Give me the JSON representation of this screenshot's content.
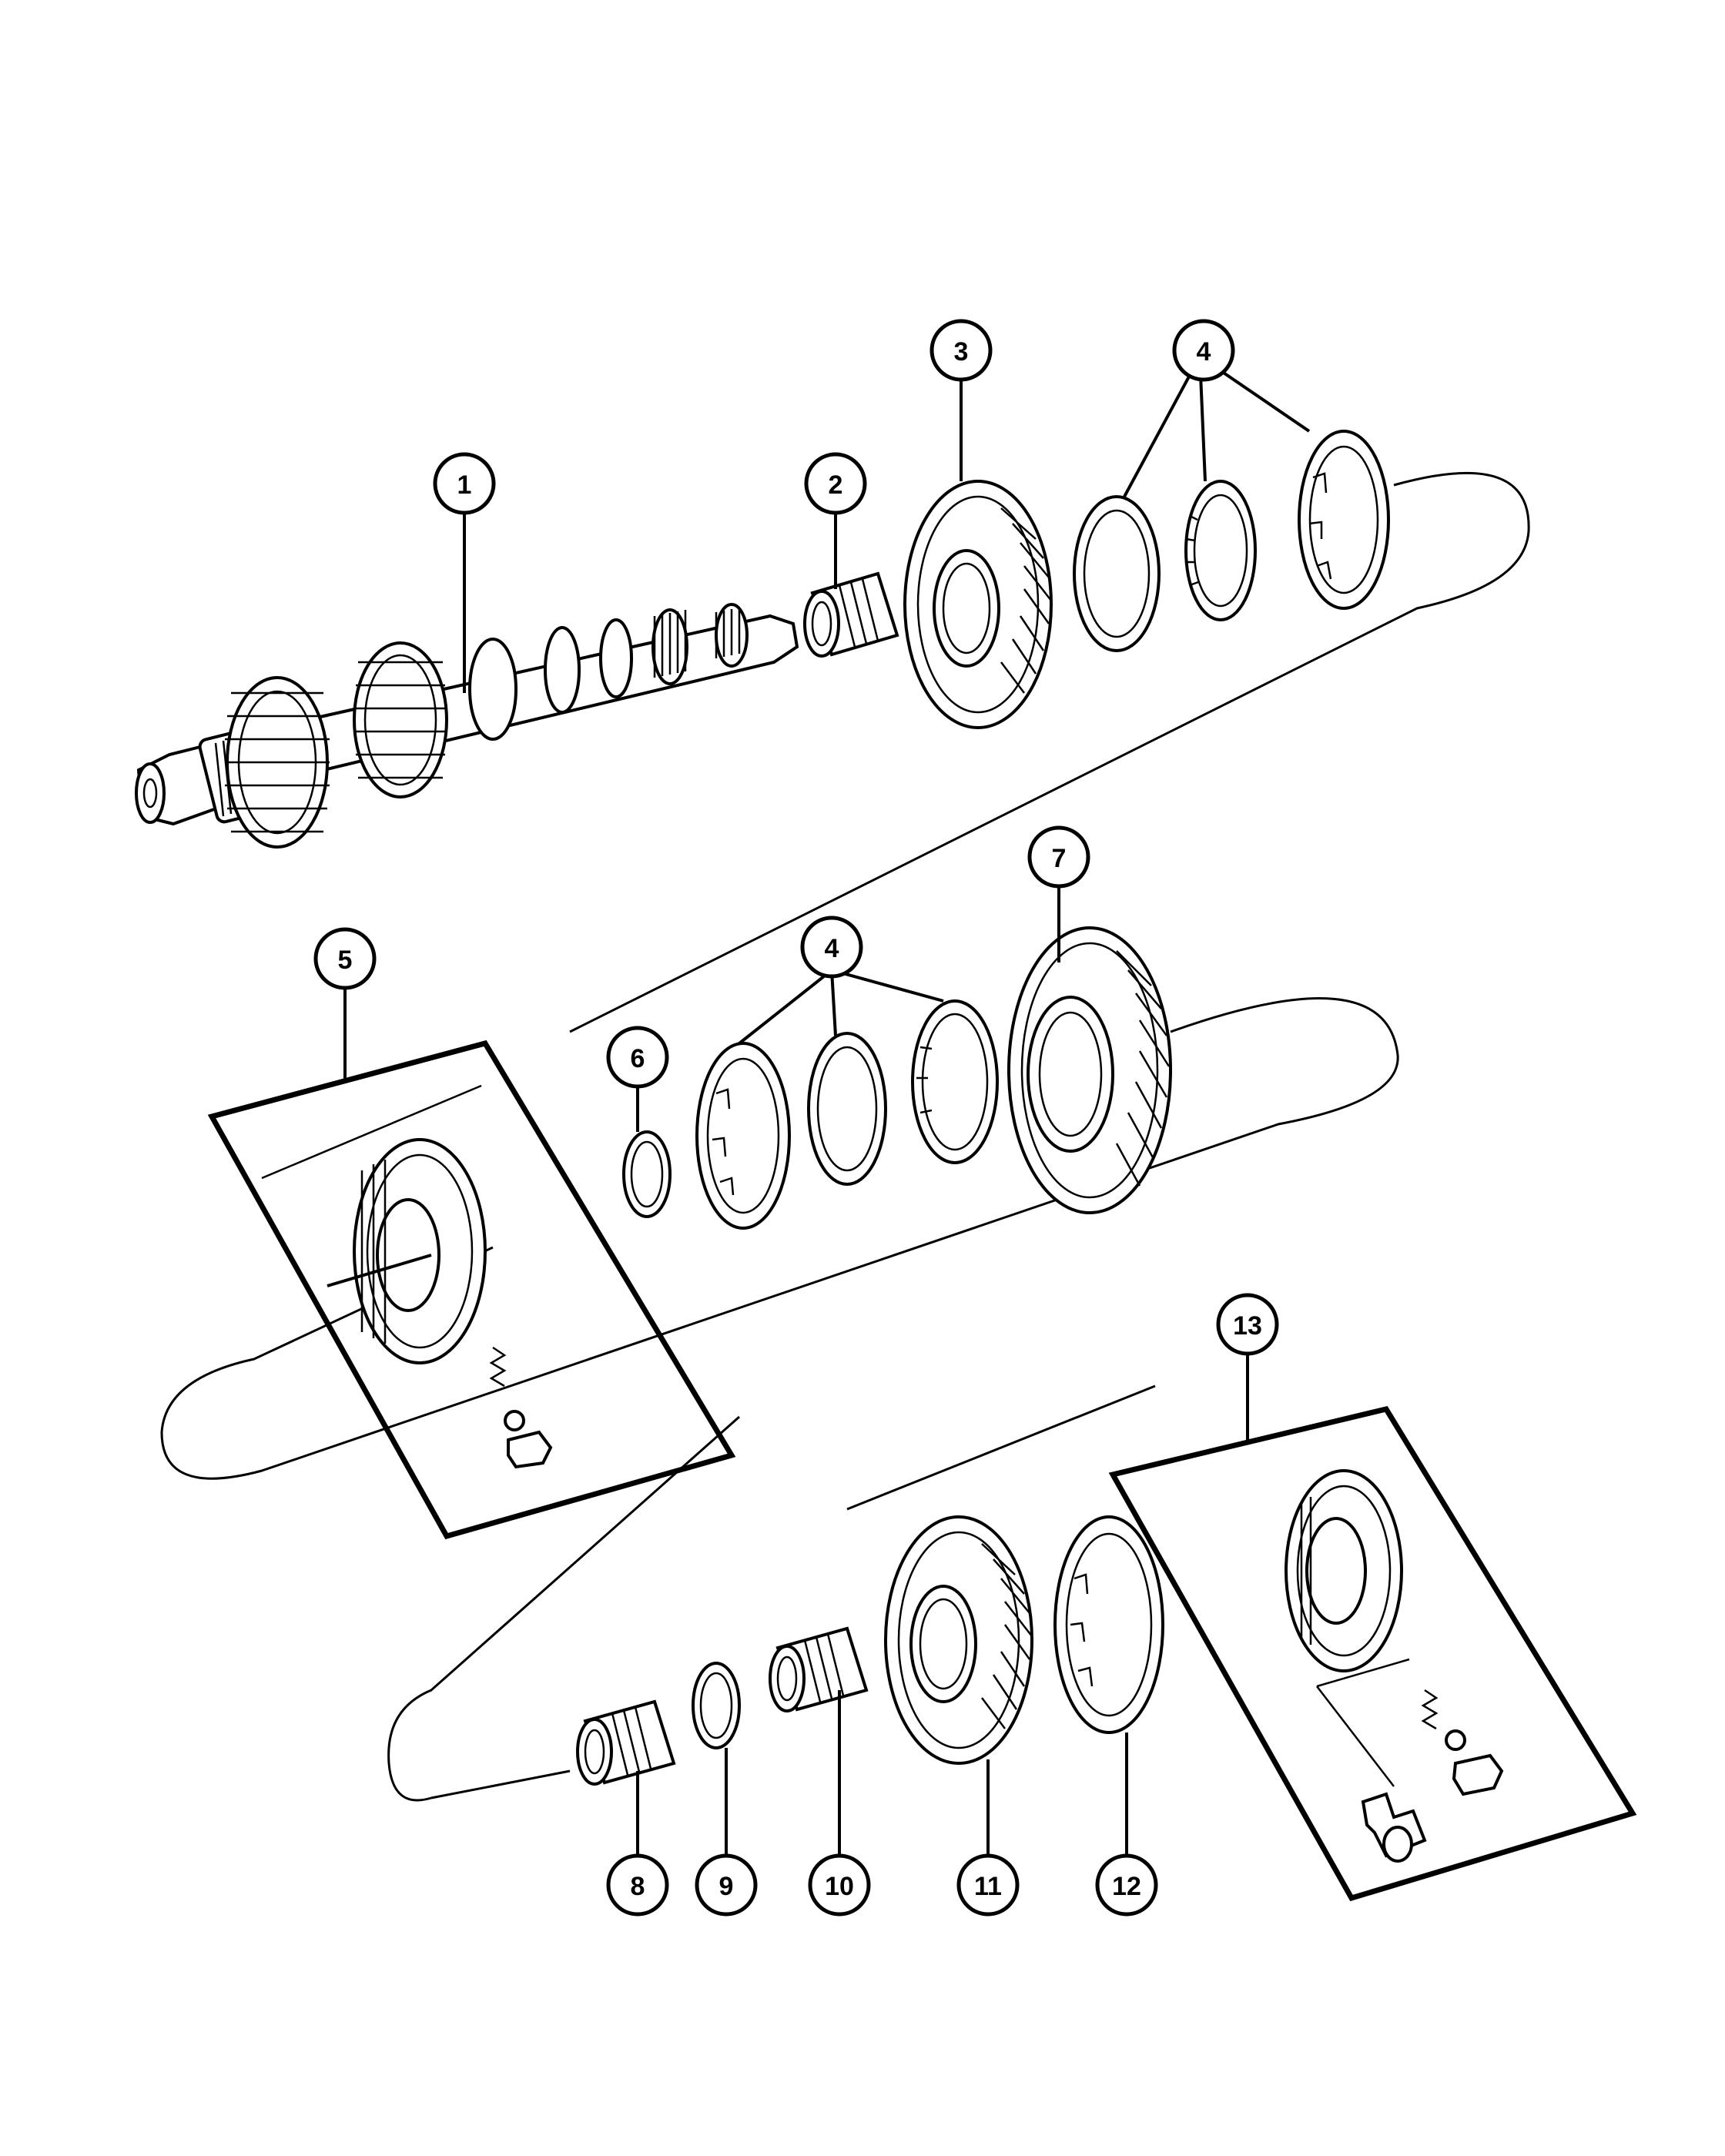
{
  "callouts": [
    {
      "label": "1"
    },
    {
      "label": "2"
    },
    {
      "label": "3"
    },
    {
      "label": "4"
    },
    {
      "label": "5"
    },
    {
      "label": "4"
    },
    {
      "label": "6"
    },
    {
      "label": "7"
    },
    {
      "label": "13"
    },
    {
      "label": "8"
    },
    {
      "label": "9"
    },
    {
      "label": "10"
    },
    {
      "label": "11"
    },
    {
      "label": "12"
    }
  ],
  "colors": {
    "line": "#000000",
    "background": "#ffffff"
  }
}
